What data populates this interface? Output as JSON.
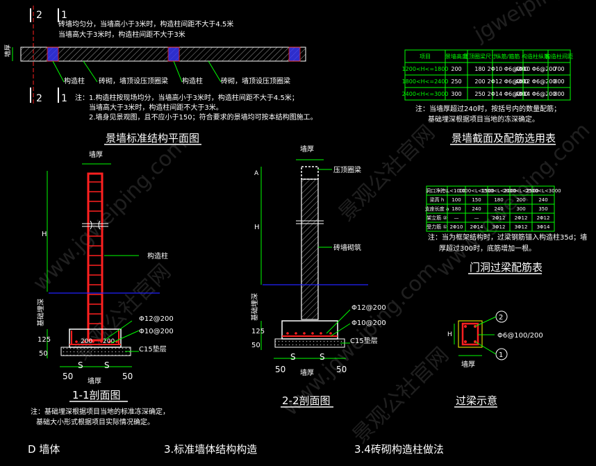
{
  "section_marks": {
    "a": "2",
    "b": "1"
  },
  "plan": {
    "note_top_1": "砖墙均匀分，当墙高小于3米时，构造柱间距不大于4.5米",
    "note_top_2": "当墙高大于3米时，构造柱间距不大于3米",
    "label_column_1": "构造柱",
    "label_brick_1": "砖砌，墙顶设压顶圈梁",
    "label_column_2": "构造柱",
    "label_brick_2": "砖砌，墙顶设压顶圈梁",
    "side_dim": "墙厚",
    "note_1": "注：1.构造柱按现场均分，当墙高小于3米时，构造柱间距不大于4.5米；",
    "note_2": "当墙高大于3米时，构造柱间距不大于3米。",
    "note_3": "2.墙身见景观图，且不应小于150；符合要求的景墙均可按本结构图施工。",
    "title": "景墙标准结构平面图"
  },
  "rebar_table": {
    "headers": [
      "项目",
      "景墙高度",
      "压顶圈梁尺寸",
      "纵筋/箍筋",
      "构造柱纵筋",
      "构造柱间距"
    ],
    "rows": [
      [
        "1200<H<=1800",
        "200",
        "180",
        "2Φ10 Φ6@200",
        "4Φ10 Φ6@200",
        "700"
      ],
      [
        "1800<H<=2400",
        "250",
        "200",
        "2Φ12 Φ6@200",
        "4Φ12 Φ6@200",
        "800"
      ],
      [
        "2400<H<=3000",
        "300",
        "250",
        "2Φ14 Φ6@200",
        "4Φ14 Φ6@200",
        "800"
      ]
    ],
    "note_1": "注：当墙厚超过240时，按括号内的数量配筋；",
    "note_2": "基础埋深根据项目当地的冻深确定。",
    "title": "景墙截面及配筋选用表"
  },
  "section11": {
    "dim_top": "墙厚",
    "h_label": "H",
    "column_label": "构造柱",
    "grade_label": "基础埋深",
    "rebar_1": "Φ12@200",
    "rebar_2": "Φ10@200",
    "d125": "125",
    "d50": "50",
    "d200a": "200",
    "d200b": "200",
    "pad": "C15垫层",
    "bot_50a": "50",
    "bot_s1": "S",
    "bot_s2": "S",
    "bot_50b": "50",
    "bot_label": "墙厚",
    "title": "1-1剖面图",
    "note_1": "注：基础埋深根据项目当地的标准冻深确定，",
    "note_2": "基础大小形式根据项目实际情况确定。"
  },
  "section22": {
    "dim_top": "墙厚",
    "a_label": "A",
    "h_label": "H",
    "cap_label": "压顶圈梁",
    "brick_label": "砖墙砌筑",
    "grade_label": "基础埋深",
    "rebar_1": "Φ12@200",
    "rebar_2": "Φ10@200",
    "d125": "125",
    "d50": "50",
    "pad": "C15垫层",
    "bot_50a": "50",
    "bot_s1": "S",
    "bot_s2": "S",
    "bot_50b": "50",
    "bot_label": "墙厚",
    "title": "2-2剖面图"
  },
  "lintel_table": {
    "headers": [
      "洞口净跨L",
      "L<1000",
      "1000<L<1500",
      "1500<L<2000",
      "2000<L<2500",
      "2500<L<3000"
    ],
    "rows": [
      [
        "梁高 h",
        "100",
        "150",
        "180",
        "200",
        "240"
      ],
      [
        "支座长度 a",
        "180",
        "240",
        "240",
        "300",
        "350"
      ],
      [
        "架立筋 ②",
        "—",
        "—",
        "2Φ12",
        "2Φ12",
        "2Φ12"
      ],
      [
        "受力筋 ①",
        "2Φ10",
        "2Φ14",
        "3Φ12",
        "3Φ12",
        "3Φ14"
      ]
    ],
    "note_1": "注：当为框架结构时，过梁钢筋锚入构造柱35d；墙",
    "note_2": "厚超过300时，底筋增加一根。",
    "title": "门洞过梁配筋表"
  },
  "lintel": {
    "mark_1": "1",
    "mark_2": "2",
    "h_label": "H",
    "stirrup": "Φ6@100/200",
    "bottom_label": "墙厚",
    "title": "过梁示意"
  },
  "footer": {
    "a": "D  墙体",
    "b": "3.标准墙体结构构造",
    "c": "3.4砖砌构造柱做法"
  },
  "watermarks": {
    "url_1": "www.jgweiping.com",
    "url_2": "www.jgweiping.com",
    "url_3": "www.jgweiping.com",
    "cn_1": "景观公社官网",
    "cn_2": "景观公社官网",
    "cn_3": "景观公社官网",
    "brand": "jgweiping"
  },
  "colors": {
    "line": "#ffffff",
    "green": "#00ff00",
    "red": "#ff2020",
    "cyan": "#00ffff",
    "blue": "#0000ff",
    "yellow": "#ffff00",
    "magenta": "#ff00ff",
    "grey": "#8a8a8a"
  }
}
